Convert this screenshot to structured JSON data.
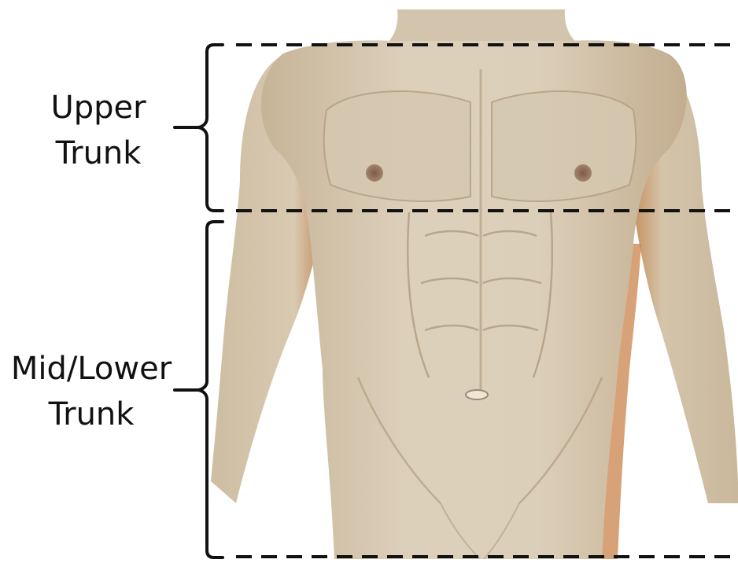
{
  "regions": [
    {
      "id": "upper-trunk",
      "label_lines": [
        "Upper",
        "Trunk"
      ]
    },
    {
      "id": "mid-lower-trunk",
      "label_lines": [
        "Mid/Lower",
        "Trunk"
      ]
    }
  ],
  "colors": {
    "skin_light": "#d9ccb6",
    "skin_mid": "#c9b89c",
    "skin_shadow": "#9c8a72",
    "skin_edge_orange": "#c9834a",
    "nipple": "#8a6a58",
    "bracket": "#111111",
    "dashed_line": "#111111",
    "background": "#ffffff"
  }
}
